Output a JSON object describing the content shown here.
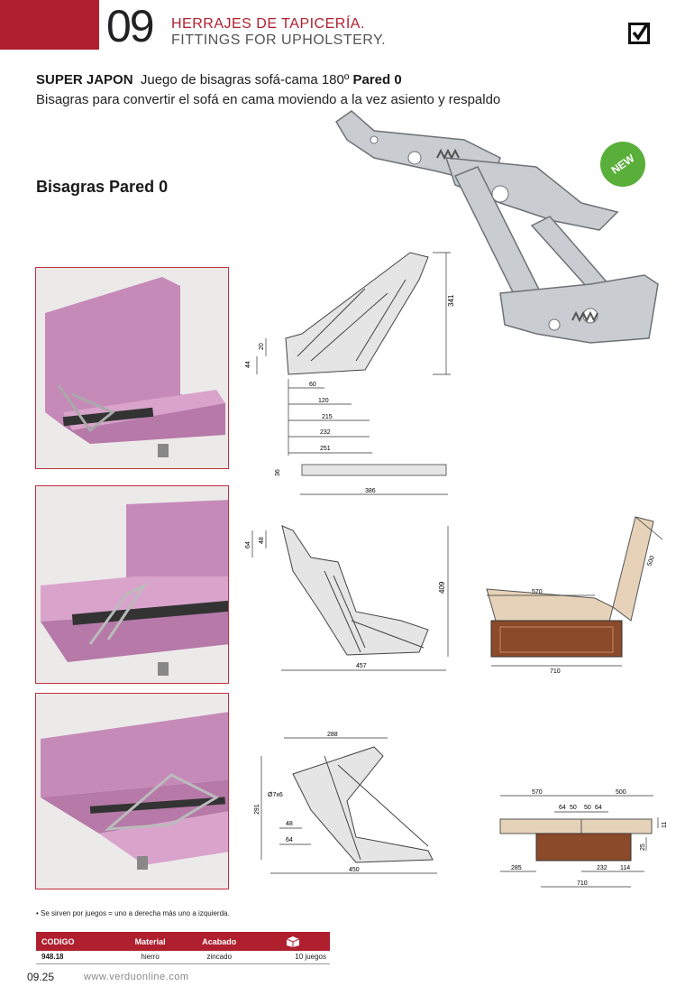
{
  "header": {
    "number": "09",
    "title_es": "HERRAJES DE TAPICERÍA.",
    "title_en": "FITTINGS FOR UPHOLSTERY."
  },
  "product": {
    "name": "SUPER JAPON",
    "title_rest": "Juego de bisagras sofá-cama 180º",
    "title_bold": "Pared 0",
    "subtitle": "Bisagras para convertir el sofá en cama moviendo a la vez asiento y respaldo",
    "badge": "NEW"
  },
  "section_title": "Bisagras Pared 0",
  "dims": {
    "d1": {
      "h341": "341",
      "h20": "20",
      "h44": "44",
      "w60": "60",
      "w120": "120",
      "w215": "215",
      "w232": "232",
      "w251": "251",
      "h36": "36",
      "w386": "386"
    },
    "d2": {
      "h64": "64",
      "h48": "48",
      "h409": "409",
      "w457": "457"
    },
    "d3": {
      "w570": "570",
      "h500": "500",
      "w710": "710"
    },
    "d4": {
      "w288": "288",
      "dia": "Ø7x6",
      "h291": "291",
      "w48": "48",
      "w64": "64",
      "w450": "450"
    },
    "d5": {
      "w570": "570",
      "w500": "500",
      "a64": "64",
      "a50": "50",
      "b50": "50",
      "b64": "64",
      "h11": "11",
      "h25": "25",
      "w285": "285",
      "w232": "232",
      "w114": "114",
      "w710": "710"
    }
  },
  "footnote": "• Se sirven por juegos = uno a derecha más uno a izquierda.",
  "table": {
    "headers": [
      "CODIGO",
      "Material",
      "Acabado",
      ""
    ],
    "rows": [
      {
        "codigo": "948.18",
        "material": "hierro",
        "acabado": "zincado",
        "pack": "10 juegos"
      }
    ]
  },
  "footer": {
    "page": "09.25",
    "url": "www.verduonline.com"
  },
  "colors": {
    "brand": "#b01f2e",
    "new_badge": "#5aae3a",
    "sofa": "#c68ab8",
    "wood": "#8b4a2a"
  }
}
